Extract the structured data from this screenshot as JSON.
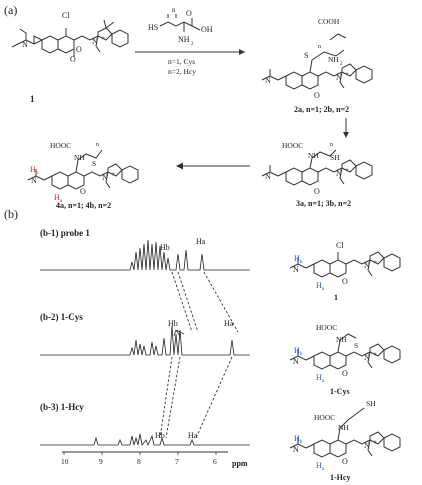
{
  "panel_a_label": "(a)",
  "panel_b_label": "(b)",
  "reagent": {
    "formula_hs": "HS",
    "formula_cooh": "OH",
    "formula_nh2": "NH",
    "n_label": "n",
    "carbonyl_o": "O",
    "cond1": "n=1, Cys",
    "cond2": "n=2, Hcy"
  },
  "compounds": {
    "c1": "1",
    "c2": "2a, n=1; 2b, n=2",
    "c3": "3a, n=1; 3b, n=2",
    "c4": "4a, n=1; 4b, n=2"
  },
  "atoms": {
    "cl": "Cl",
    "o": "O",
    "n": "N",
    "nplus": "N",
    "plus": "+",
    "s": "S",
    "nh": "NH",
    "nh2": "NH",
    "sh": "SH",
    "cooh": "COOH",
    "hooc": "HOOC",
    "n_index": "n",
    "hb": "H",
    "hb_sub": "b",
    "ha": "H",
    "ha_sub": "a"
  },
  "spectra": {
    "b1_label": "(b-1) probe 1",
    "b2_label": "(b-2) 1-Cys",
    "b3_label": "(b-3) 1-Hcy",
    "hb": "Hb",
    "ha": "Ha",
    "struct1_label": "1",
    "struct2_label": "1-Cys",
    "struct3_label": "1-Hcy",
    "axis_ticks": [
      "10",
      "9",
      "8",
      "7",
      "6"
    ],
    "axis_unit": "ppm"
  }
}
